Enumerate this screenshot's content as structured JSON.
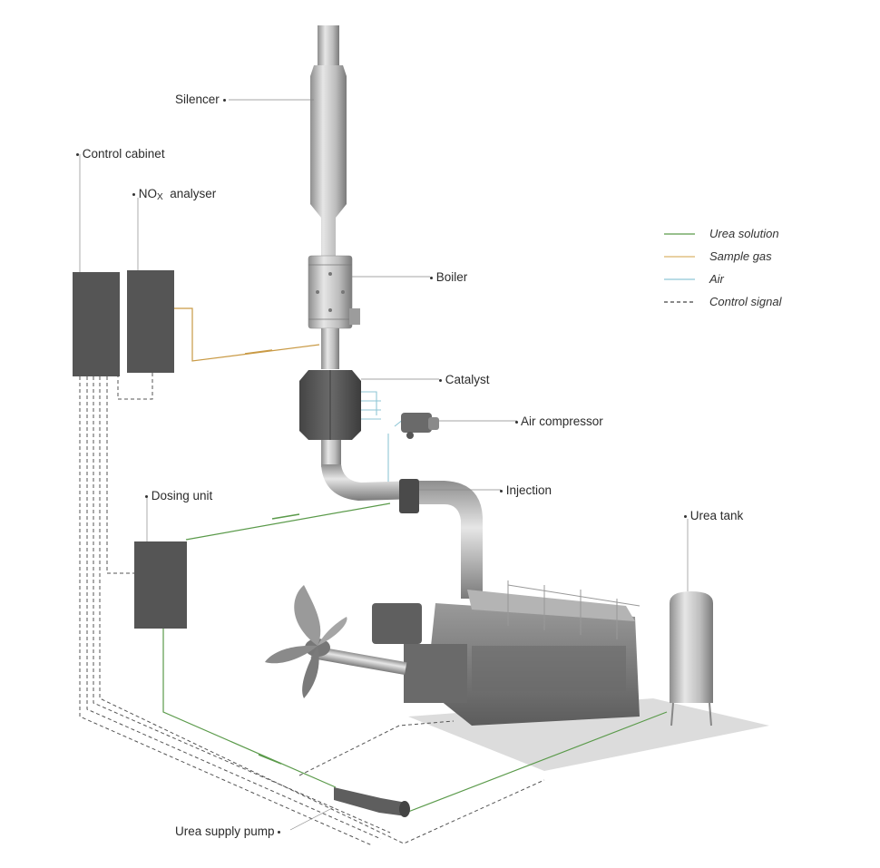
{
  "labels": {
    "silencer": "Silencer",
    "control_cabinet": "Control cabinet",
    "nox_main": "NO",
    "nox_sub": "X",
    "nox_rest": "analyser",
    "boiler": "Boiler",
    "catalyst": "Catalyst",
    "air_compressor": "Air compressor",
    "injection": "Injection",
    "dosing_unit": "Dosing unit",
    "urea_tank": "Urea tank",
    "urea_supply_pump": "Urea supply pump"
  },
  "legend": [
    {
      "label": "Urea solution",
      "color": "#5a9a4a",
      "style": "solid"
    },
    {
      "label": "Sample gas",
      "color": "#d9b36a",
      "style": "solid"
    },
    {
      "label": "Air",
      "color": "#8fc6d6",
      "style": "solid"
    },
    {
      "label": "Control signal",
      "color": "#444444",
      "style": "dashed"
    }
  ],
  "colors": {
    "urea": "#5a9a4a",
    "sample_gas": "#c99a45",
    "air": "#8fc6d6",
    "control": "#555555",
    "cabinet": "#555555",
    "metal": "#b9b9b9",
    "floor": "#d9d9d9"
  }
}
